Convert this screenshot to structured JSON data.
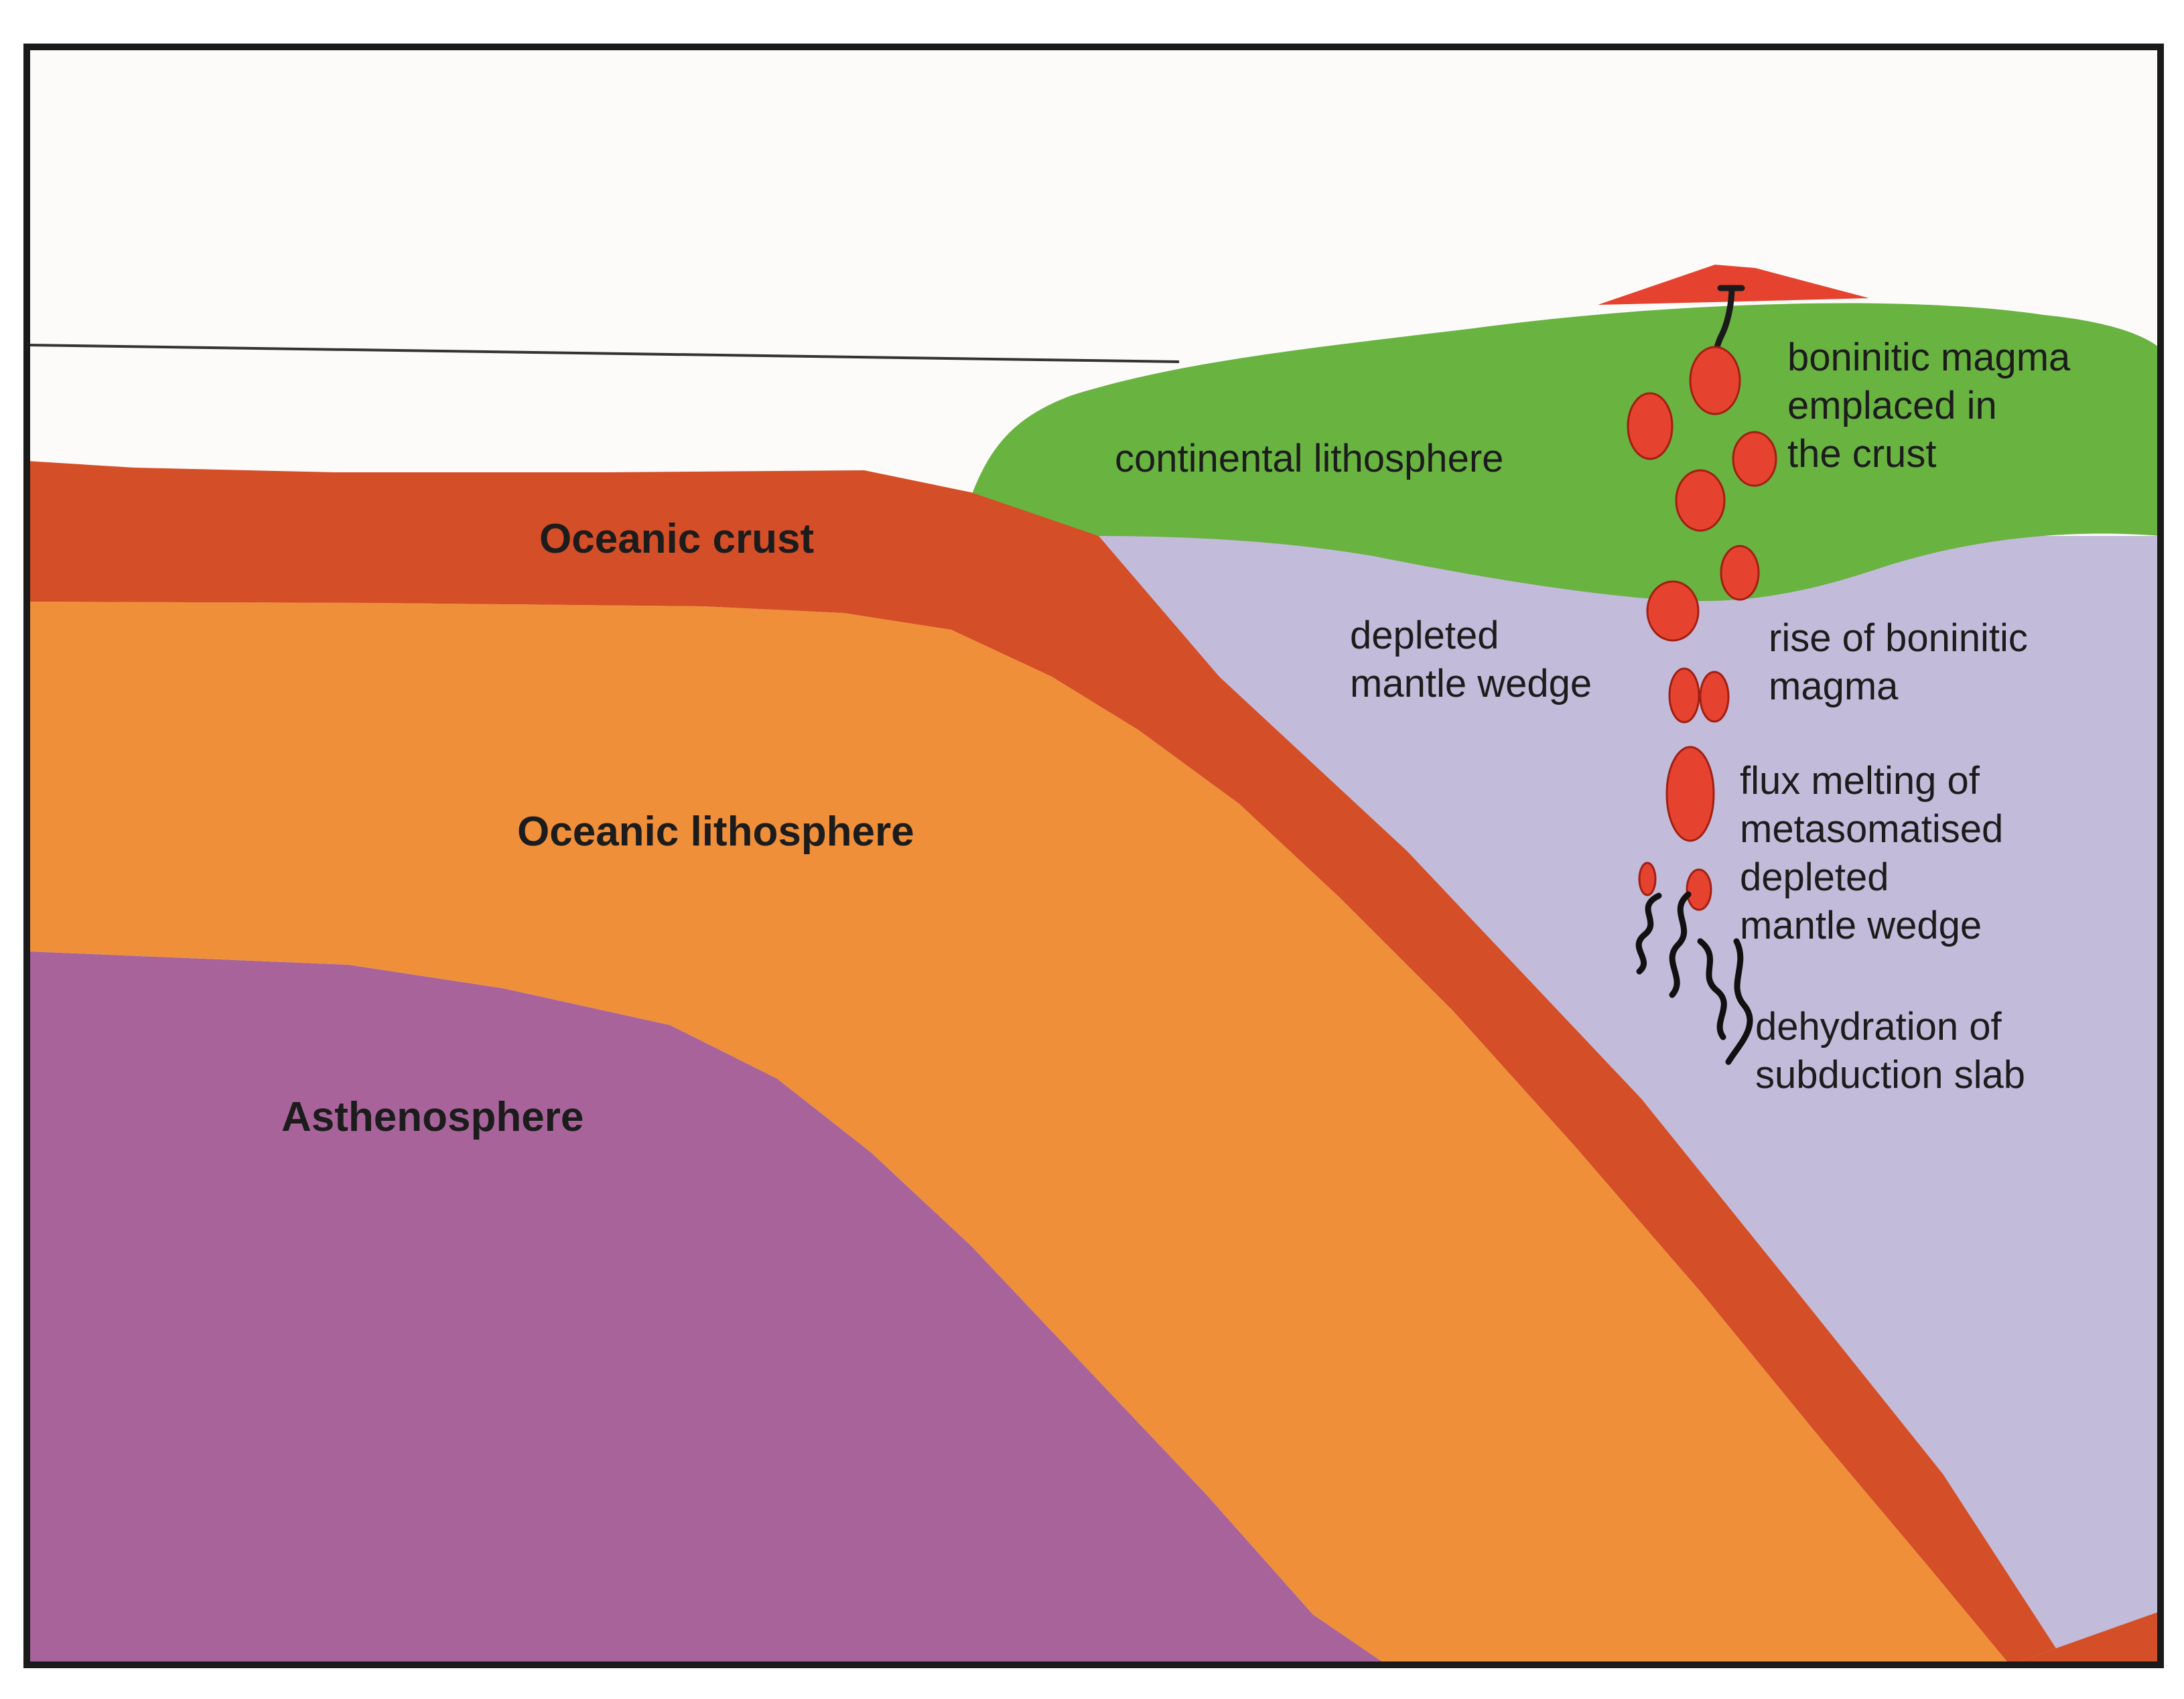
{
  "colors": {
    "ocean_and_sky": "#fcfbf9",
    "oceanic_crust": "#d44e27",
    "oceanic_lithosphere": "#ef8f3a",
    "asthenosphere": "#a8649a",
    "continental_lithosphere": "#69b341",
    "mantle_wedge": "#c2bbd9",
    "magma": "#e5432f",
    "volcano": "#e5432f",
    "frame": "#1a1a1a"
  },
  "icons": {
    "magma_blob": "red-ellipse",
    "dehydration_fluid": "wavy-black-line",
    "volcanic_conduit": "black-line"
  },
  "labels": {
    "oceanic_crust": "Oceanic crust",
    "oceanic_lithosphere": "Oceanic lithosphere",
    "asthenosphere": "Asthenosphere",
    "continental_lithosphere": "continental lithosphere",
    "boninitic_magma": [
      "boninitic magma",
      "emplaced in",
      "the crust"
    ],
    "mantle_wedge": [
      "depleted",
      "mantle wedge"
    ],
    "rise": [
      "rise of boninitic",
      "magma"
    ],
    "flux_melting": [
      "flux melting of",
      "metasomatised",
      "depleted",
      "mantle wedge"
    ],
    "dehydration": [
      "dehydration of",
      "subduction slab"
    ]
  }
}
